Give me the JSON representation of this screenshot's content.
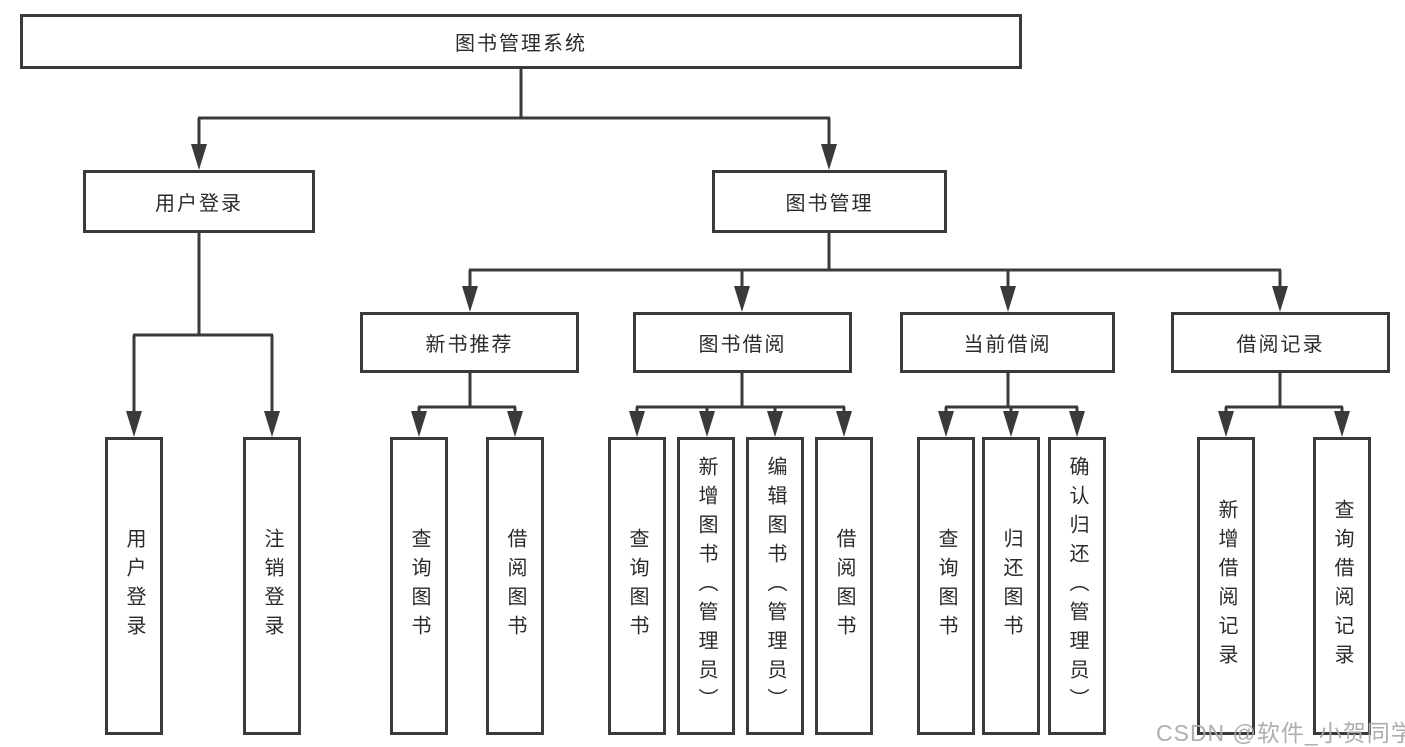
{
  "diagram": {
    "root": {
      "label": "图书管理系统"
    },
    "branches": {
      "user_login": {
        "label": "用户登录",
        "children": [
          {
            "label": "用户登录"
          },
          {
            "label": "注销登录"
          }
        ]
      },
      "book_mgmt": {
        "label": "图书管理",
        "modules": [
          {
            "label": "新书推荐",
            "children": [
              {
                "label": "查询图书"
              },
              {
                "label": "借阅图书"
              }
            ]
          },
          {
            "label": "图书借阅",
            "children": [
              {
                "label": "查询图书"
              },
              {
                "label": "新增图书（管理员）"
              },
              {
                "label": "编辑图书（管理员）"
              },
              {
                "label": "借阅图书"
              }
            ]
          },
          {
            "label": "当前借阅",
            "children": [
              {
                "label": "查询图书"
              },
              {
                "label": "归还图书"
              },
              {
                "label": "确认归还（管理员）"
              }
            ]
          },
          {
            "label": "借阅记录",
            "children": [
              {
                "label": "新增借阅记录"
              },
              {
                "label": "查询借阅记录"
              }
            ]
          }
        ]
      }
    }
  },
  "watermark": {
    "text": "CSDN @软件_小贺同学"
  },
  "colors": {
    "line": "#3a3a3a",
    "box_border": "#3a3a3a",
    "text": "#2b2b2b",
    "watermark": "#aaaaaa",
    "background": "#ffffff"
  }
}
